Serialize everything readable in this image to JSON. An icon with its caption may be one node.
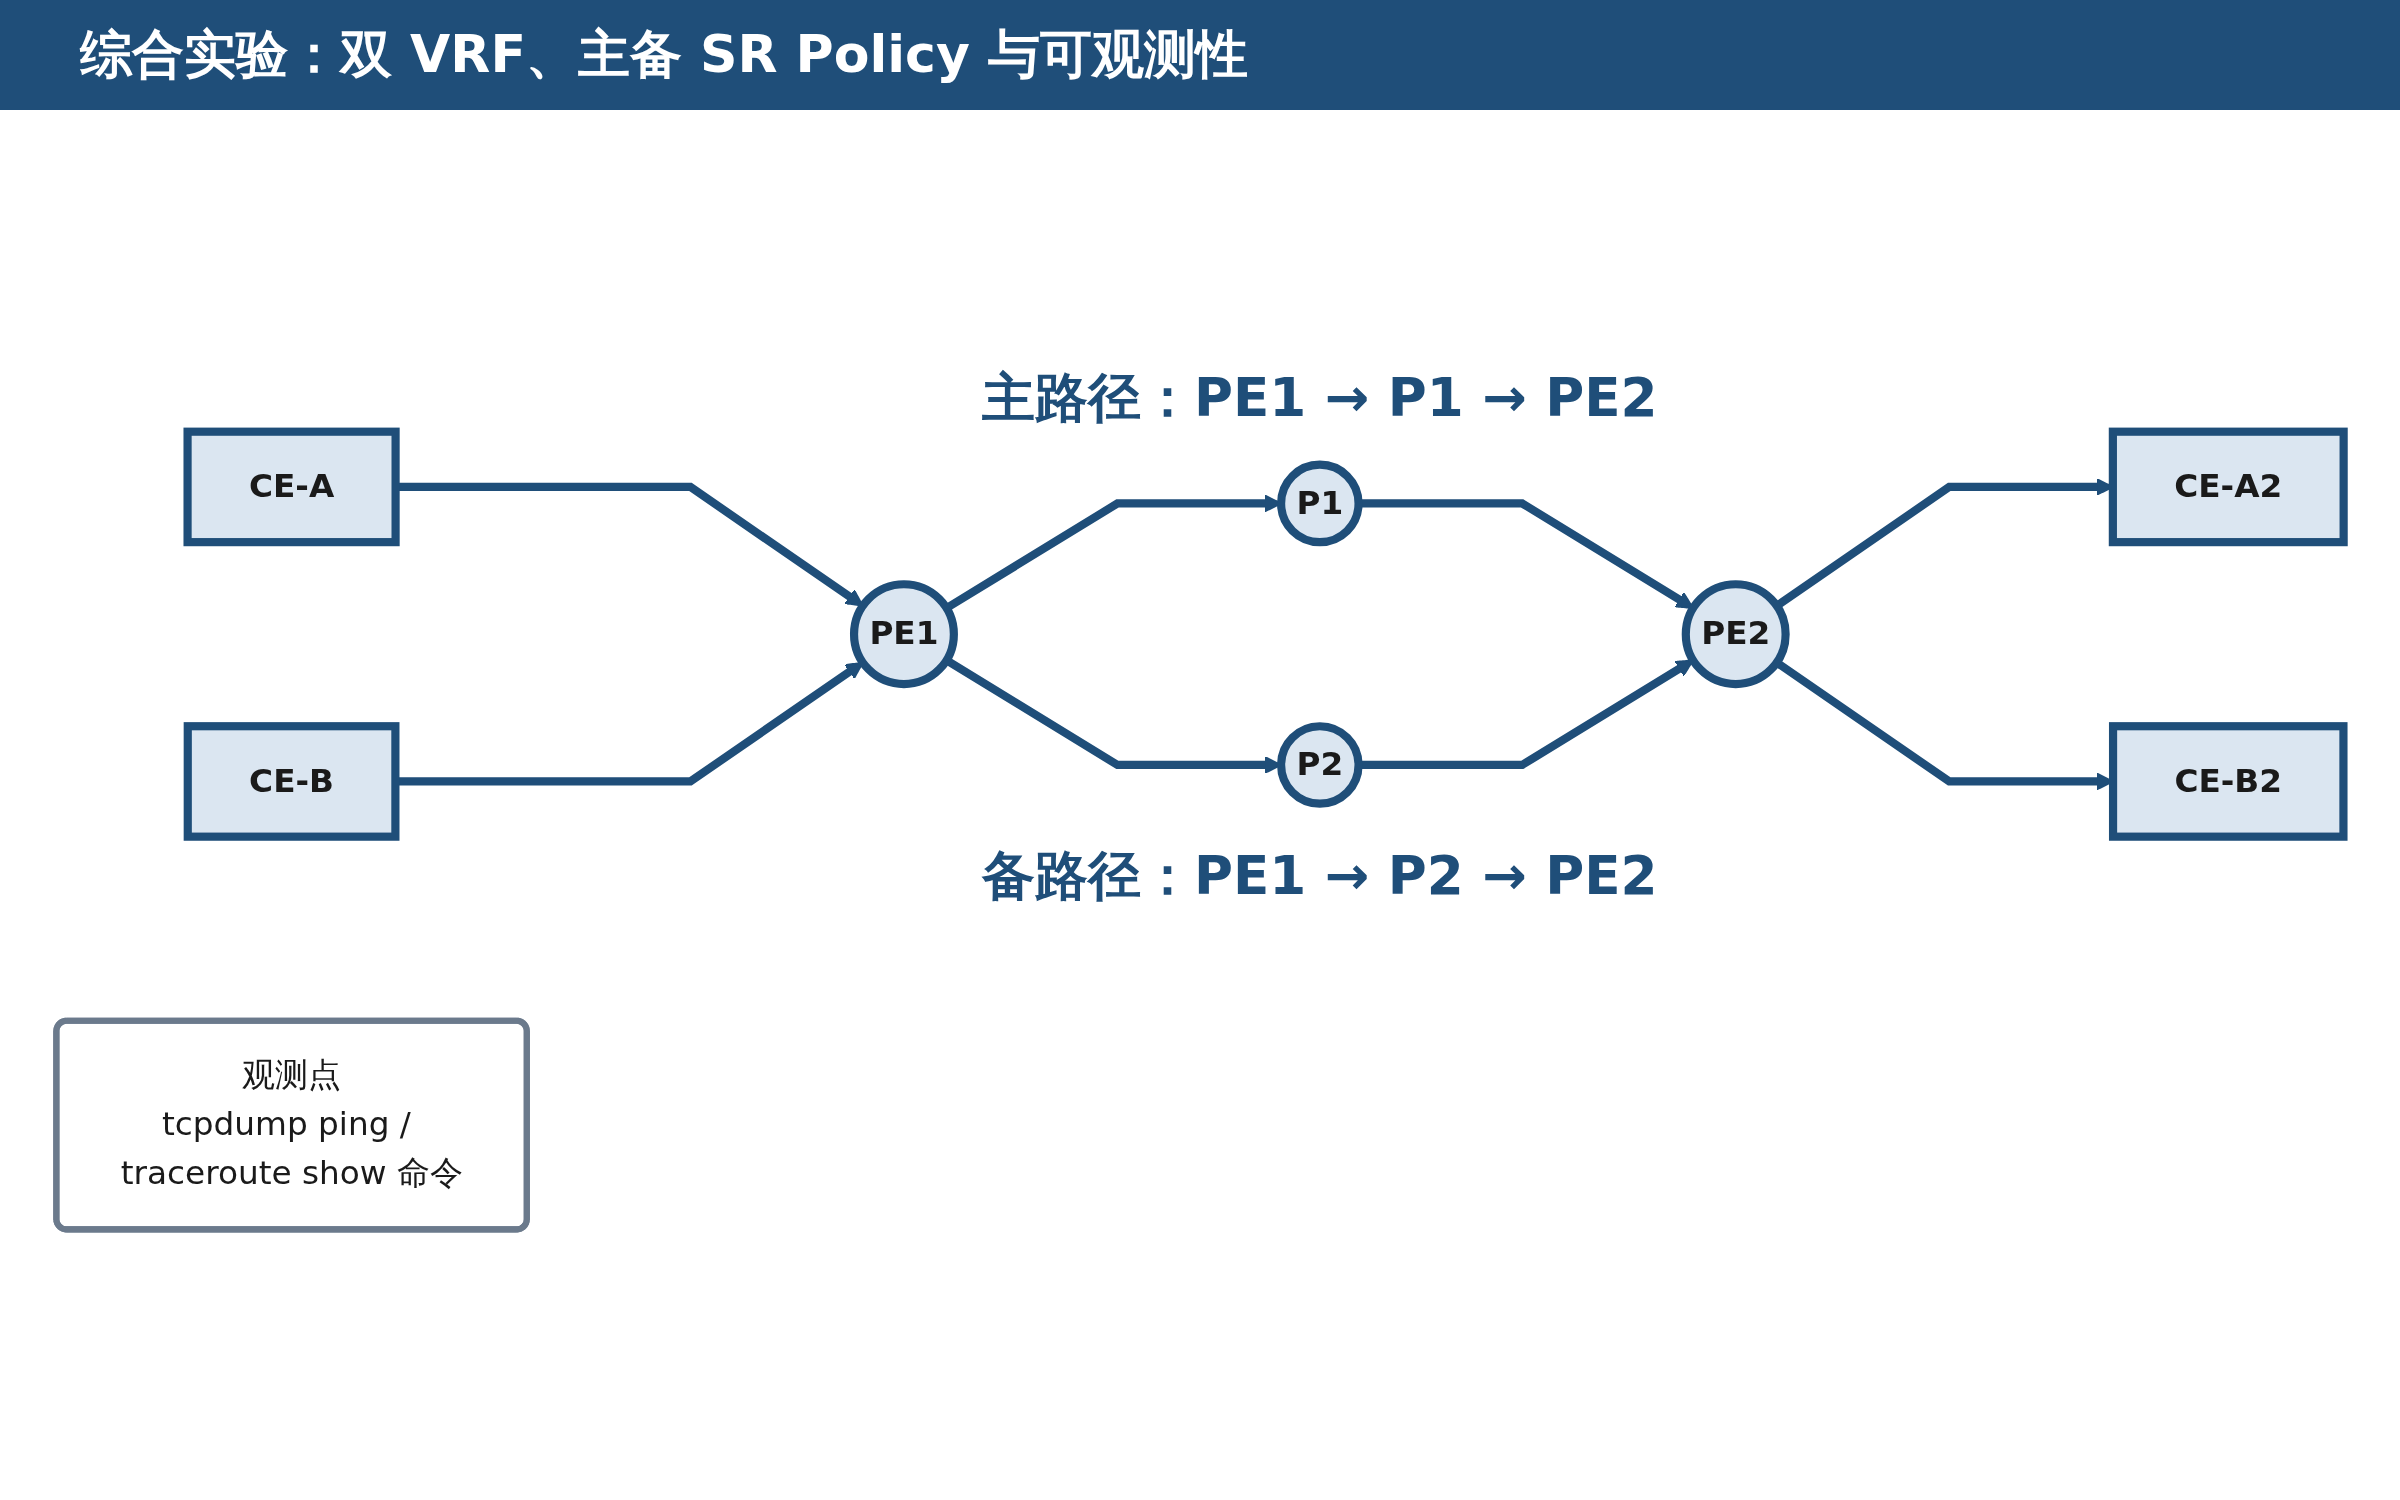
{
  "diagram": {
    "title": "综合实验：双 VRF、主备 SR Policy 与可观测性",
    "nodes": [
      {
        "text": [
          "CE-A"
        ]
      },
      {
        "text": [
          "CE-B"
        ]
      },
      {
        "text": [
          "PE1"
        ]
      },
      {
        "text": [
          "P1"
        ],
        "beside": [
          "主路径：PE1 → P1 → PE2"
        ]
      },
      {
        "text": [
          "P2"
        ],
        "beside": [
          "备路径：PE1 → P2 → PE2"
        ]
      },
      {
        "text": [
          "PE2"
        ]
      },
      {
        "text": [
          "CE-A2"
        ]
      },
      {
        "text": [
          "CE-B2"
        ]
      },
      {
        "text": [
          "观测点",
          "tcpdump ping / traceroute show 命令"
        ]
      }
    ],
    "edges": [
      {
        "from": 0,
        "to": 2,
        "arrow": "to"
      },
      {
        "from": 1,
        "to": 2,
        "arrow": "to"
      },
      {
        "from": 2,
        "to": 3,
        "arrow": "to"
      },
      {
        "from": 3,
        "to": 5,
        "arrow": "to"
      },
      {
        "from": 2,
        "to": 4,
        "arrow": "to"
      },
      {
        "from": 4,
        "to": 5,
        "arrow": "to"
      },
      {
        "from": 5,
        "to": 6,
        "arrow": "to"
      },
      {
        "from": 5,
        "to": 7,
        "arrow": "to"
      }
    ]
  }
}
